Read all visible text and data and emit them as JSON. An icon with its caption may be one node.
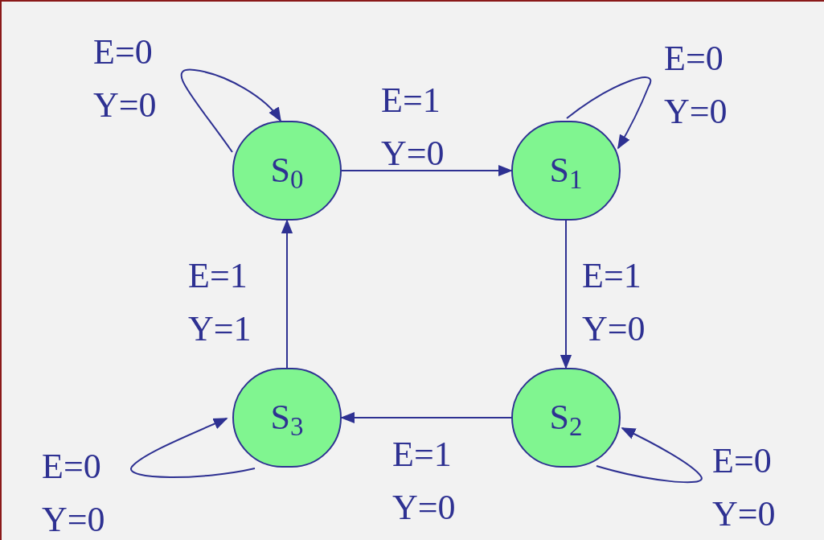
{
  "diagram": {
    "nodes": [
      {
        "text": [
          "S$_{0}$"
        ]
      },
      {
        "text": [
          "S$_{1}$"
        ]
      },
      {
        "text": [
          "S$_{2}$"
        ]
      },
      {
        "text": [
          "S$_{3}$"
        ]
      }
    ],
    "edges": [
      {
        "from": 0,
        "to": 1,
        "arrow": "to",
        "label": "E=1 Y=0"
      },
      {
        "from": 1,
        "to": 2,
        "arrow": "to",
        "label": "E=1 Y=0"
      },
      {
        "from": 2,
        "to": 3,
        "arrow": "to",
        "label": "E=1 Y=0"
      },
      {
        "from": 3,
        "to": 0,
        "arrow": "to",
        "label": "E=1 Y=1"
      },
      {
        "from": 0,
        "to": 0,
        "arrow": "to",
        "label": "E=0 Y=0"
      },
      {
        "from": 1,
        "to": 1,
        "arrow": "to",
        "label": "E=0 Y=0"
      },
      {
        "from": 2,
        "to": 2,
        "arrow": "to",
        "label": "E=0 Y=0"
      },
      {
        "from": 3,
        "to": 3,
        "arrow": "to",
        "label": "E=0 Y=0"
      }
    ]
  }
}
